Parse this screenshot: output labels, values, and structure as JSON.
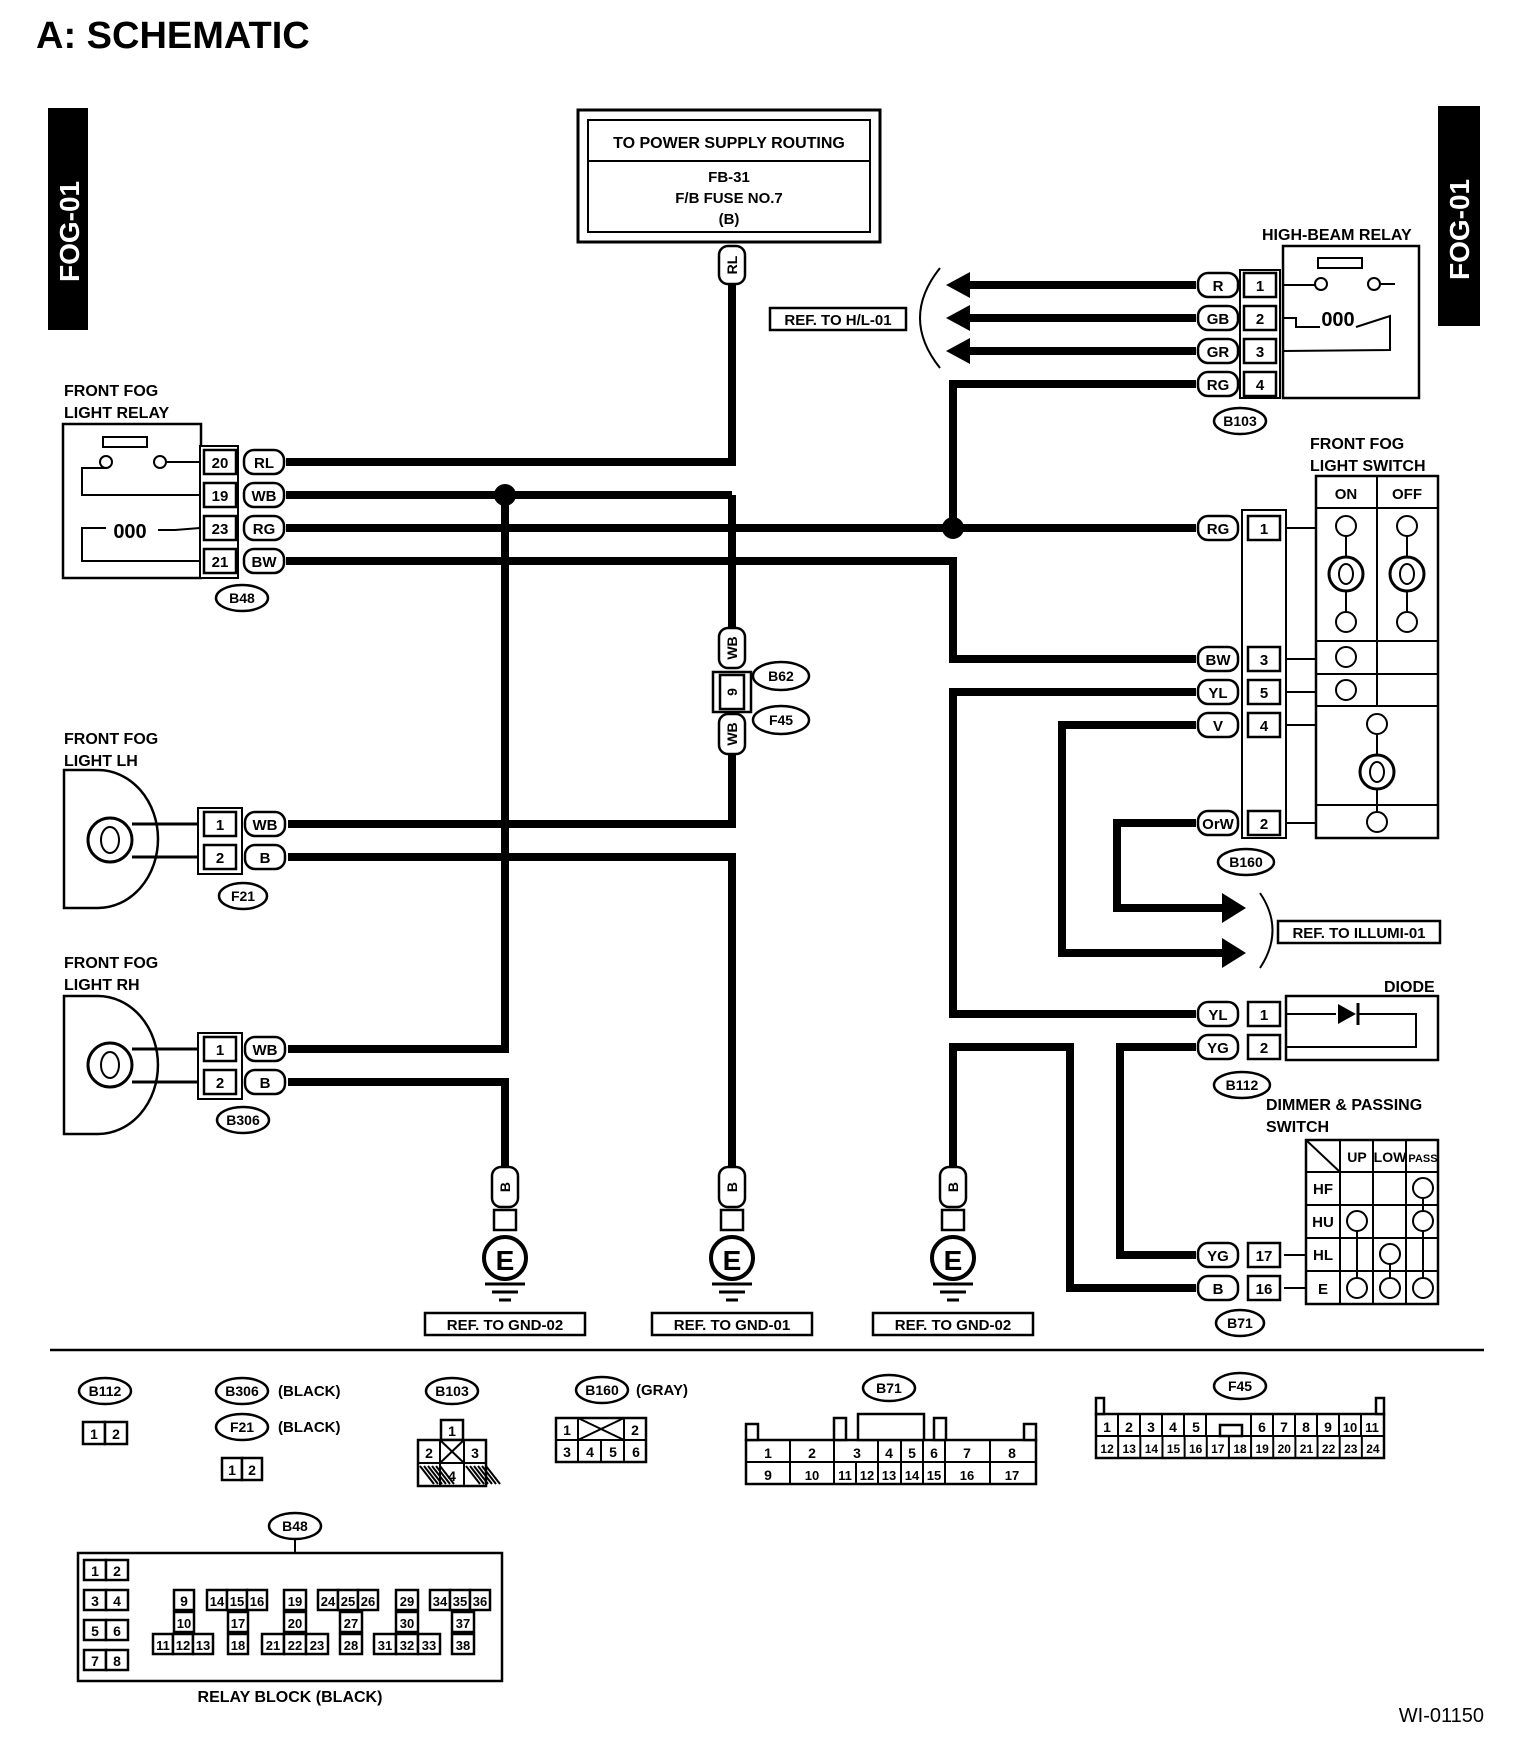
{
  "title": "A:  SCHEMATIC",
  "side_tab_left": "FOG-01",
  "side_tab_right": "FOG-01",
  "drawing_id": "WI-01150",
  "power": {
    "header": "TO POWER SUPPLY ROUTING",
    "line1": "FB-31",
    "line2": "F/B FUSE NO.7",
    "line3": "(B)",
    "wire": "RL"
  },
  "high_beam_relay": {
    "label": "HIGH-BEAM RELAY",
    "connector": "B103",
    "ref": "REF. TO H/L-01",
    "pins": [
      {
        "wire": "R",
        "pin": "1"
      },
      {
        "wire": "GB",
        "pin": "2"
      },
      {
        "wire": "GR",
        "pin": "3"
      },
      {
        "wire": "RG",
        "pin": "4"
      }
    ]
  },
  "fog_relay": {
    "label1": "FRONT FOG",
    "label2": "LIGHT RELAY",
    "connector": "B48",
    "pins": [
      {
        "pin": "20",
        "wire": "RL"
      },
      {
        "pin": "19",
        "wire": "WB"
      },
      {
        "pin": "23",
        "wire": "RG"
      },
      {
        "pin": "21",
        "wire": "BW"
      }
    ]
  },
  "joint": {
    "wire_top": "WB",
    "pin": "9",
    "wire_bottom": "WB",
    "conn_top": "B62",
    "conn_bottom": "F45"
  },
  "fog_switch": {
    "label1": "FRONT FOG",
    "label2": "LIGHT SWITCH",
    "on": "ON",
    "off": "OFF",
    "connector": "B160",
    "pins": [
      {
        "wire": "RG",
        "pin": "1"
      },
      {
        "wire": "BW",
        "pin": "3"
      },
      {
        "wire": "YL",
        "pin": "5"
      },
      {
        "wire": "V",
        "pin": "4"
      },
      {
        "wire": "OrW",
        "pin": "2"
      }
    ]
  },
  "illumi_ref": "REF. TO ILLUMI-01",
  "fog_lh": {
    "label1": "FRONT FOG",
    "label2": "LIGHT LH",
    "connector": "F21",
    "pins": [
      {
        "pin": "1",
        "wire": "WB"
      },
      {
        "pin": "2",
        "wire": "B"
      }
    ]
  },
  "fog_rh": {
    "label1": "FRONT FOG",
    "label2": "LIGHT RH",
    "connector": "B306",
    "pins": [
      {
        "pin": "1",
        "wire": "WB"
      },
      {
        "pin": "2",
        "wire": "B"
      }
    ]
  },
  "diode": {
    "label": "DIODE",
    "connector": "B112",
    "pins": [
      {
        "wire": "YL",
        "pin": "1"
      },
      {
        "wire": "YG",
        "pin": "2"
      }
    ]
  },
  "dimmer": {
    "label1": "DIMMER & PASSING",
    "label2": "SWITCH",
    "connector": "B71",
    "cols": [
      "UP",
      "LOW",
      "PASS"
    ],
    "rows": [
      "HF",
      "HU",
      "HL",
      "E"
    ],
    "pins": [
      {
        "wire": "YG",
        "pin": "17"
      },
      {
        "wire": "B",
        "pin": "16"
      }
    ]
  },
  "grounds": [
    {
      "wire": "B",
      "symbol": "E",
      "ref": "REF. TO GND-02"
    },
    {
      "wire": "B",
      "symbol": "E",
      "ref": "REF. TO GND-01"
    },
    {
      "wire": "B",
      "symbol": "E",
      "ref": "REF. TO GND-02"
    }
  ],
  "legend": {
    "b112": {
      "name": "B112",
      "pins": [
        "1",
        "2"
      ]
    },
    "b306": {
      "name": "B306",
      "color": "(BLACK)"
    },
    "f21": {
      "name": "F21",
      "color": "(BLACK)",
      "pins": [
        "1",
        "2"
      ]
    },
    "b103": {
      "name": "B103",
      "pins": [
        "1",
        "2",
        "3",
        "4"
      ]
    },
    "b160": {
      "name": "B160",
      "color": "(GRAY)",
      "row1": [
        "1",
        "2"
      ],
      "row2": [
        "3",
        "4",
        "5",
        "6"
      ]
    },
    "b71": {
      "name": "B71",
      "row1": [
        "1",
        "2",
        "3",
        "4",
        "5",
        "6",
        "7",
        "8"
      ],
      "row2": [
        "9",
        "10",
        "11",
        "12",
        "13",
        "14",
        "15",
        "16",
        "17"
      ]
    },
    "f45": {
      "name": "F45",
      "row1": [
        "1",
        "2",
        "3",
        "4",
        "5",
        "6",
        "7",
        "8",
        "9",
        "10",
        "11"
      ],
      "row2": [
        "12",
        "13",
        "14",
        "15",
        "16",
        "17",
        "18",
        "19",
        "20",
        "21",
        "22",
        "23",
        "24"
      ]
    },
    "b48": {
      "name": "B48",
      "label": "RELAY BLOCK (BLACK)",
      "cells": [
        "1",
        "2",
        "3",
        "4",
        "5",
        "6",
        "7",
        "8",
        "9",
        "10",
        "11",
        "12",
        "13",
        "14",
        "15",
        "16",
        "17",
        "18",
        "19",
        "20",
        "21",
        "22",
        "23",
        "24",
        "25",
        "26",
        "27",
        "28",
        "29",
        "30",
        "31",
        "32",
        "33",
        "34",
        "35",
        "36",
        "37",
        "38"
      ]
    }
  }
}
